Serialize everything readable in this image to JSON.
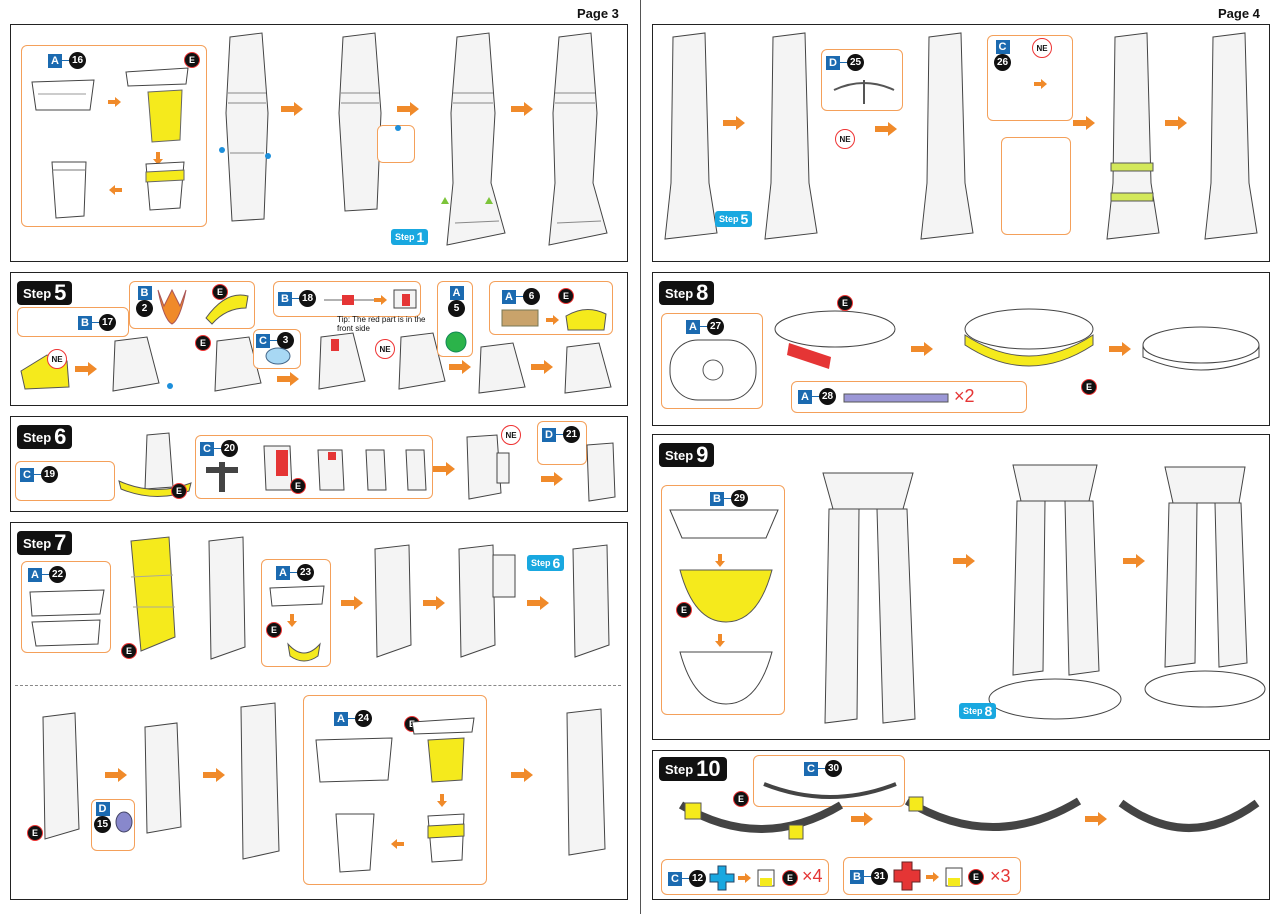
{
  "pages": {
    "left": "Page 3",
    "right": "Page 4"
  },
  "steps": {
    "s5": "5",
    "s6": "6",
    "s7": "7",
    "s8": "8",
    "s9": "9",
    "s10": "10",
    "label": "Step"
  },
  "step_refs": {
    "r1": "1",
    "r5": "5",
    "r6": "6",
    "r8": "8"
  },
  "parts": {
    "p16": {
      "sheet": "A",
      "num": "16"
    },
    "p17": {
      "sheet": "B",
      "num": "17"
    },
    "p2": {
      "sheet": "B",
      "num": "2"
    },
    "p3": {
      "sheet": "C",
      "num": "3"
    },
    "p18": {
      "sheet": "B",
      "num": "18"
    },
    "p5": {
      "sheet": "A",
      "num": "5"
    },
    "p6": {
      "sheet": "A",
      "num": "6"
    },
    "p19": {
      "sheet": "C",
      "num": "19"
    },
    "p20": {
      "sheet": "C",
      "num": "20"
    },
    "p21": {
      "sheet": "D",
      "num": "21"
    },
    "p22": {
      "sheet": "A",
      "num": "22"
    },
    "p23": {
      "sheet": "A",
      "num": "23"
    },
    "p15": {
      "sheet": "D",
      "num": "15"
    },
    "p24": {
      "sheet": "A",
      "num": "24"
    },
    "p25": {
      "sheet": "D",
      "num": "25"
    },
    "p26": {
      "sheet": "C",
      "num": "26"
    },
    "p27": {
      "sheet": "A",
      "num": "27"
    },
    "p28": {
      "sheet": "A",
      "num": "28"
    },
    "p29": {
      "sheet": "B",
      "num": "29"
    },
    "p30": {
      "sheet": "C",
      "num": "30"
    },
    "p12": {
      "sheet": "C",
      "num": "12"
    },
    "p31": {
      "sheet": "B",
      "num": "31"
    }
  },
  "badges": {
    "e": "E",
    "ne": "NE"
  },
  "multipliers": {
    "x2": "×2",
    "x4": "×4",
    "x3": "×3"
  },
  "tip": "Tip: The red part is in the front side",
  "colors": {
    "accent_orange": "#f08a2a",
    "part_blue": "#1b6ab0",
    "highlight_yellow": "#f5ea1c",
    "step_ref_blue": "#19a8e0",
    "mark_red": "#e53535"
  }
}
